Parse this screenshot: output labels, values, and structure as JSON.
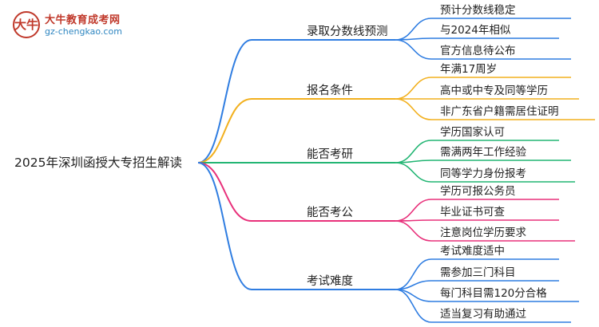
{
  "logo": {
    "title": "大牛教育成考网",
    "url": "gz-chengkao.com",
    "mark": "大牛"
  },
  "mindmap": {
    "root": "2025年深圳函授大专招生解读",
    "branches": [
      {
        "label": "录取分数线预测",
        "color": "#2f7de1",
        "leaves": [
          "预计分数线稳定",
          "与2024年相似",
          "官方信息待公布"
        ]
      },
      {
        "label": "报名条件",
        "color": "#f2b01e",
        "leaves": [
          "年满17周岁",
          "高中或中专及同等学历",
          "非广东省户籍需居住证明"
        ]
      },
      {
        "label": "能否考研",
        "color": "#22b573",
        "leaves": [
          "学历国家认可",
          "需满两年工作经验",
          "同等学力身份报考"
        ]
      },
      {
        "label": "能否考公",
        "color": "#e8307a",
        "leaves": [
          "学历可报公务员",
          "毕业证书可查",
          "注意岗位学历要求"
        ]
      },
      {
        "label": "考试难度",
        "color": "#2f7de1",
        "leaves": [
          "考试难度适中",
          "需参加三门科目",
          "每门科目需120分合格",
          "适当复习有助通过"
        ]
      }
    ]
  }
}
